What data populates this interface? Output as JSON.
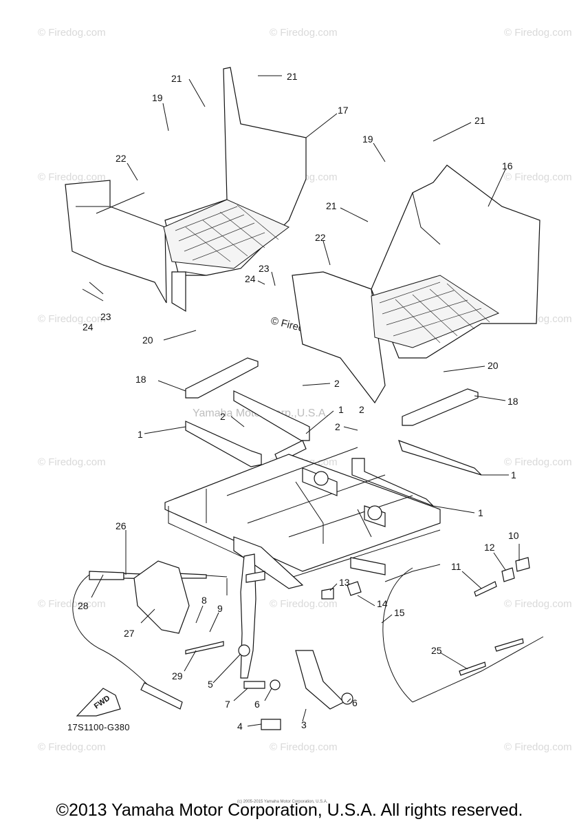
{
  "watermark": "© Firedog.com",
  "center_watermark": "© Firedog.com",
  "yamaha_watermark": "Yamaha Motor Corp.,U.S.A.",
  "diagram_code": "17S1100-G380",
  "fwd_label": "FWD",
  "copyright": "©2013 Yamaha Motor Corporation, U.S.A. All rights reserved.",
  "tiny_copyright": "(c) 2005-2015 Yamaha Motor Corporation, U.S.A.",
  "callouts": [
    "1",
    "1",
    "1",
    "1",
    "2",
    "2",
    "2",
    "2",
    "3",
    "4",
    "5",
    "6",
    "6",
    "7",
    "8",
    "9",
    "10",
    "11",
    "12",
    "13",
    "14",
    "15",
    "16",
    "17",
    "18",
    "18",
    "19",
    "19",
    "20",
    "20",
    "21",
    "21",
    "21",
    "21",
    "22",
    "22",
    "23",
    "23",
    "24",
    "24",
    "25",
    "26",
    "27",
    "28",
    "29"
  ]
}
